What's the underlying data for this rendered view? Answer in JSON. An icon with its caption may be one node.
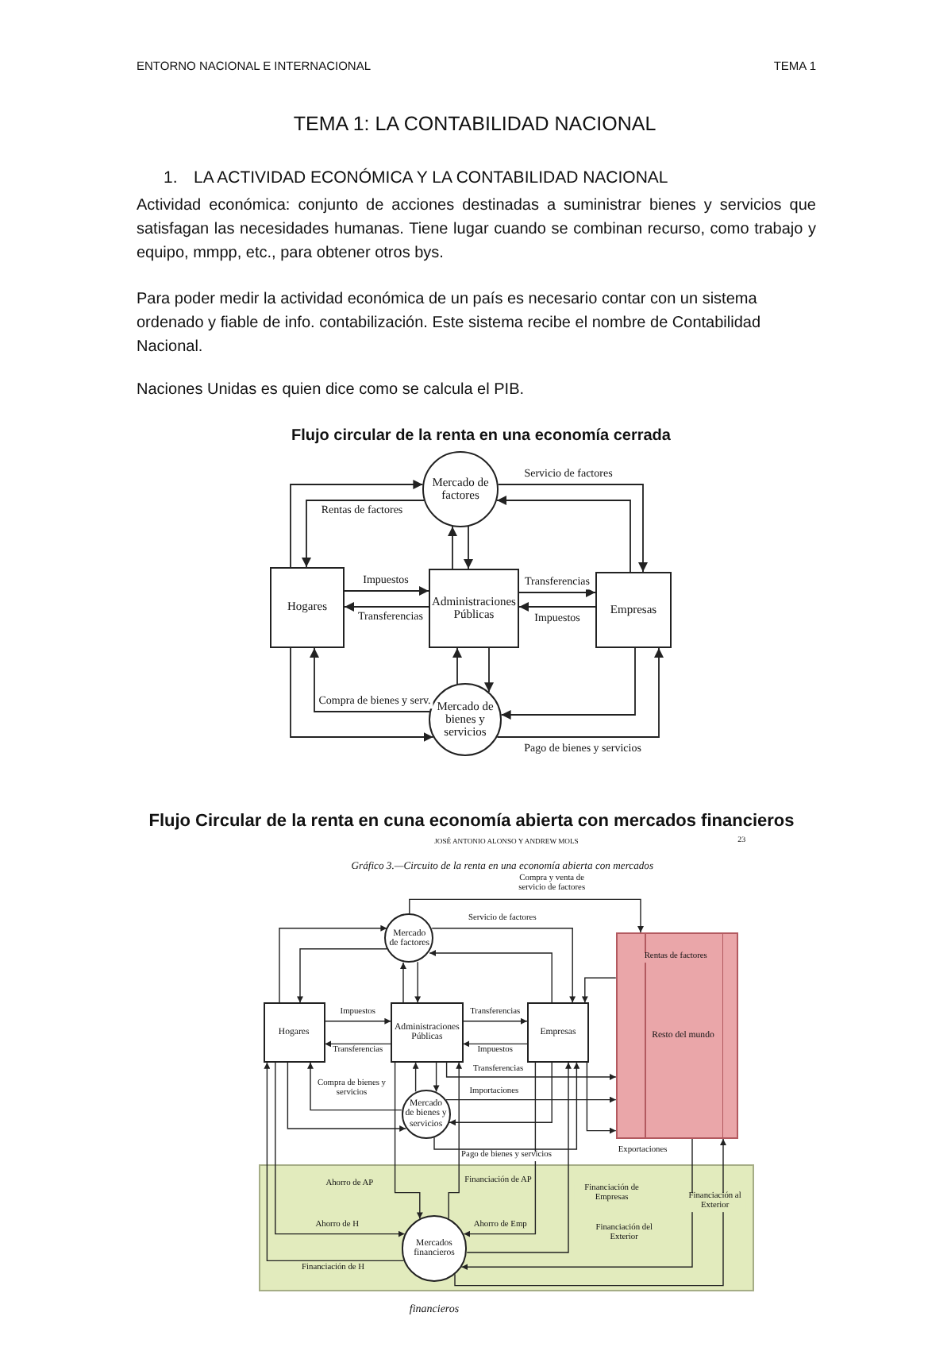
{
  "diagram": {
    "nodes": [
      {
        "text": [
          "Mercado de factores"
        ]
      },
      {
        "text": [
          "Hogares"
        ]
      },
      {
        "text": [
          "Administraciones Públicas"
        ]
      },
      {
        "text": [
          "Empresas"
        ]
      },
      {
        "text": [
          "Mercado de bienes y servicios"
        ]
      },
      {
        "text": [
          "Mercado de factores"
        ]
      },
      {
        "text": [
          "Hogares"
        ]
      },
      {
        "text": [
          "Administraciones Públicas"
        ]
      },
      {
        "text": [
          "Empresas"
        ]
      },
      {
        "text": [
          "Resto del mundo"
        ]
      },
      {
        "text": [
          "Mercado de bienes y servicios"
        ]
      },
      {
        "text": [
          "Mercados financieros"
        ]
      }
    ],
    "edges": [
      {
        "from": 1,
        "to": 0,
        "arrow": "to"
      },
      {
        "from": 0,
        "to": 1,
        "arrow": "to",
        "label": "Rentas de factores"
      },
      {
        "from": 0,
        "to": 3,
        "arrow": "to",
        "label": "Servicio de factores"
      },
      {
        "from": 3,
        "to": 0,
        "arrow": "to"
      },
      {
        "from": 2,
        "to": 0,
        "arrow": "to"
      },
      {
        "from": 0,
        "to": 2,
        "arrow": "to"
      },
      {
        "from": 1,
        "to": 2,
        "arrow": "to",
        "label": "Impuestos"
      },
      {
        "from": 2,
        "to": 1,
        "arrow": "to",
        "label": "Transferencias"
      },
      {
        "from": 2,
        "to": 3,
        "arrow": "to",
        "label": "Transferencias"
      },
      {
        "from": 3,
        "to": 2,
        "arrow": "to",
        "label": "Impuestos"
      },
      {
        "from": 4,
        "to": 2,
        "arrow": "to"
      },
      {
        "from": 2,
        "to": 4,
        "arrow": "to"
      },
      {
        "from": 4,
        "to": 1,
        "arrow": "to",
        "label": "Compra de bienes y serv."
      },
      {
        "from": 1,
        "to": 4,
        "arrow": "to"
      },
      {
        "from": 3,
        "to": 4,
        "arrow": "to"
      },
      {
        "from": 4,
        "to": 3,
        "arrow": "to",
        "label": "Pago de bienes y servicios"
      },
      {
        "from": 6,
        "to": 5,
        "arrow": "to"
      },
      {
        "from": 5,
        "to": 6,
        "arrow": "to"
      },
      {
        "from": 5,
        "to": 8,
        "arrow": "to",
        "label": "Servicio de factores"
      },
      {
        "from": 8,
        "to": 5,
        "arrow": "to"
      },
      {
        "from": 7,
        "to": 5,
        "arrow": "to"
      },
      {
        "from": 5,
        "to": 7,
        "arrow": "to"
      },
      {
        "from": 6,
        "to": 7,
        "arrow": "to",
        "label": "Impuestos"
      },
      {
        "from": 7,
        "to": 6,
        "arrow": "to",
        "label": "Transferencias"
      },
      {
        "from": 7,
        "to": 8,
        "arrow": "to",
        "label": "Transferencias"
      },
      {
        "from": 8,
        "to": 7,
        "arrow": "to",
        "label": "Impuestos"
      },
      {
        "from": 10,
        "to": 7,
        "arrow": "to"
      },
      {
        "from": 7,
        "to": 10,
        "arrow": "to"
      },
      {
        "from": 10,
        "to": 6,
        "arrow": "to",
        "label": "Compra de bienes y servicios"
      },
      {
        "from": 6,
        "to": 10,
        "arrow": "to"
      },
      {
        "from": 8,
        "to": 10,
        "arrow": "to"
      },
      {
        "from": 10,
        "to": 8,
        "arrow": "to",
        "label": "Pago de bienes y servicios"
      },
      {
        "from": 5,
        "to": 9,
        "arrow": "to",
        "label": "Compra y venta de servicio de factores"
      },
      {
        "from": 9,
        "to": 8,
        "arrow": "to",
        "label": "Rentas de factores"
      },
      {
        "from": 7,
        "to": 9,
        "arrow": "to",
        "label": "Transferencias"
      },
      {
        "from": 10,
        "to": 9,
        "arrow": "to",
        "label": "Importaciones"
      },
      {
        "from": 8,
        "to": 9,
        "arrow": "to",
        "label": "Exportaciones"
      },
      {
        "from": 6,
        "to": 11,
        "arrow": "to",
        "label": "Ahorro de H"
      },
      {
        "from": 11,
        "to": 6,
        "arrow": "to",
        "label": "Financiación de H"
      },
      {
        "from": 7,
        "to": 11,
        "arrow": "to",
        "label": "Ahorro de AP"
      },
      {
        "from": 11,
        "to": 7,
        "arrow": "to",
        "label": "Financiación de AP"
      },
      {
        "from": 8,
        "to": 11,
        "arrow": "to",
        "label": "Ahorro de Emp"
      },
      {
        "from": 11,
        "to": 8,
        "arrow": "to",
        "label": "Financiación de Empresas"
      },
      {
        "from": 9,
        "to": 11,
        "arrow": "to",
        "label": "Financiación del Exterior"
      },
      {
        "from": 11,
        "to": 9,
        "arrow": "to",
        "label": "Financiación al Exterior"
      }
    ],
    "labels": [
      "ENTORNO NACIONAL E INTERNACIONAL",
      "TEMA 1",
      "TEMA 1: LA CONTABILIDAD NACIONAL",
      "1.",
      "LA ACTIVIDAD ECONÓMICA Y LA CONTABILIDAD NACIONAL",
      "Actividad económica: conjunto de acciones destinadas a suministrar bienes y servicios que satisfagan las necesidades humanas. Tiene lugar cuando se combinan recurso, como trabajo y equipo, mmpp, etc., para obtener otros bys.",
      "Para poder medir la actividad económica de un país es necesario contar con un sistema ordenado y fiable de info. contabilización. Este sistema recibe el nombre de Contabilidad Nacional.",
      "Naciones Unidas es quien dice como se calcula el PIB.",
      "Flujo circular de la renta en una economía cerrada",
      "Flujo Circular de la renta en cuna economía abierta con mercados financieros",
      "JOSÉ ANTONIO ALONSO Y ANDREW MOLS",
      "23",
      "Gráfico 3.—Circuito de la renta en una economía abierta con mercados",
      "financieros"
    ]
  }
}
